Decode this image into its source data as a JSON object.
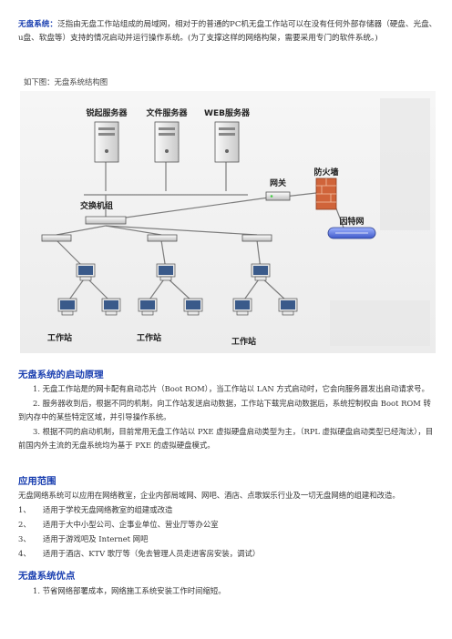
{
  "intro": {
    "lead": "无盘系统：",
    "text": "泛指由无盘工作站组成的局域网，相对于的普通的PC机无盘工作站可以在没有任何外部存储器（硬盘、光盘、u盘、软盘等）支持的情况启动并运行操作系统。(为了支撑这样的网络构架，需要采用专门的软件系统。)"
  },
  "caption": "如下图：无盘系统结构图",
  "diagram": {
    "servers": [
      "锐起服务器",
      "文件服务器",
      "WEB服务器"
    ],
    "gateway": "网关",
    "firewall": "防火墙",
    "internet": "因特网",
    "switch_group": "交换机组",
    "workstation": "工作站"
  },
  "sections": {
    "boot": {
      "title": "无盘系统的启动原理",
      "p1": "1. 无盘工作站是的网卡配有启动芯片（Boot ROM），当工作站以 LAN 方式启动时，它会向服务器发出启动请求号。",
      "p2": "2. 服务器收到后，根据不同的机制，向工作站发送启动数据，工作站下载完启动数据后，系统控制权由 Boot ROM 转到内存中的某些特定区域，并引导操作系统。",
      "p3": "3. 根据不同的启动机制，目前常用无盘工作站以 PXE 虚拟硬盘启动类型为主，（RPL 虚拟硬盘启动类型已经淘汰），目前国内外主流的无盘系统均为基于 PXE 的虚拟硬盘模式。"
    },
    "scope": {
      "title": "应用范围",
      "intro": "无盘网络系统可以应用在网络教室，企业内部局域网、网吧、酒店、点歌娱乐行业及一切无盘网络的组建和改造。",
      "items": [
        {
          "num": "1、",
          "text": "适用于学校无盘网络教室的组建或改造"
        },
        {
          "num": "2、",
          "text": "适用于大中小型公司、企事业单位、营业厅等办公室"
        },
        {
          "num": "3、",
          "text": "适用于游戏吧及 Internet 网吧"
        },
        {
          "num": "4、",
          "text": "适用于酒店、KTV 歌厅等（免去管理人员走进客房安装，调试）"
        }
      ]
    },
    "advantages": {
      "title": "无盘系统优点",
      "p1": "1. 节省网络部署成本，网络施工系统安装工作时间缩短。"
    }
  },
  "colors": {
    "heading": "#1a3fb0",
    "firewall": "#d0643a",
    "internet": "#4a6ad8"
  }
}
